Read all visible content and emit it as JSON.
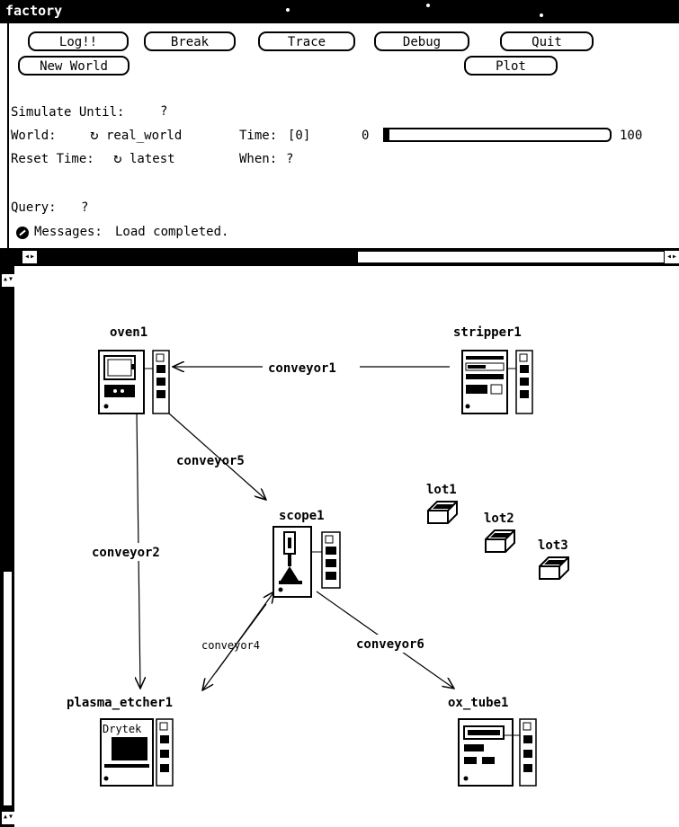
{
  "window": {
    "title": "factory"
  },
  "buttons": {
    "log": "Log!!",
    "break": "Break",
    "trace": "Trace",
    "debug": "Debug",
    "quit": "Quit",
    "new_world": "New World",
    "plot": "Plot"
  },
  "fields": {
    "simulate_until_label": "Simulate Until:",
    "simulate_until_value": "?",
    "world_label": "World:",
    "world_value": "real_world",
    "time_label": "Time:",
    "time_value": "[0]",
    "reset_time_label": "Reset Time:",
    "reset_time_value": "latest",
    "when_label": "When:",
    "when_value": "?",
    "query_label": "Query:",
    "query_value": "?",
    "messages_label": "Messages:",
    "messages_value": "Load completed."
  },
  "slider": {
    "min_label": "0",
    "max_label": "100",
    "value": 0
  },
  "canvas": {
    "machines": [
      "oven1",
      "stripper1",
      "scope1",
      "plasma_etcher1",
      "ox_tube1"
    ],
    "machine_texts": {
      "plasma_etcher_brand": "Drytek"
    },
    "lots": [
      "lot1",
      "lot2",
      "lot3"
    ],
    "conveyors": [
      "conveyor1",
      "conveyor5",
      "conveyor2",
      "conveyor4",
      "conveyor6"
    ]
  }
}
